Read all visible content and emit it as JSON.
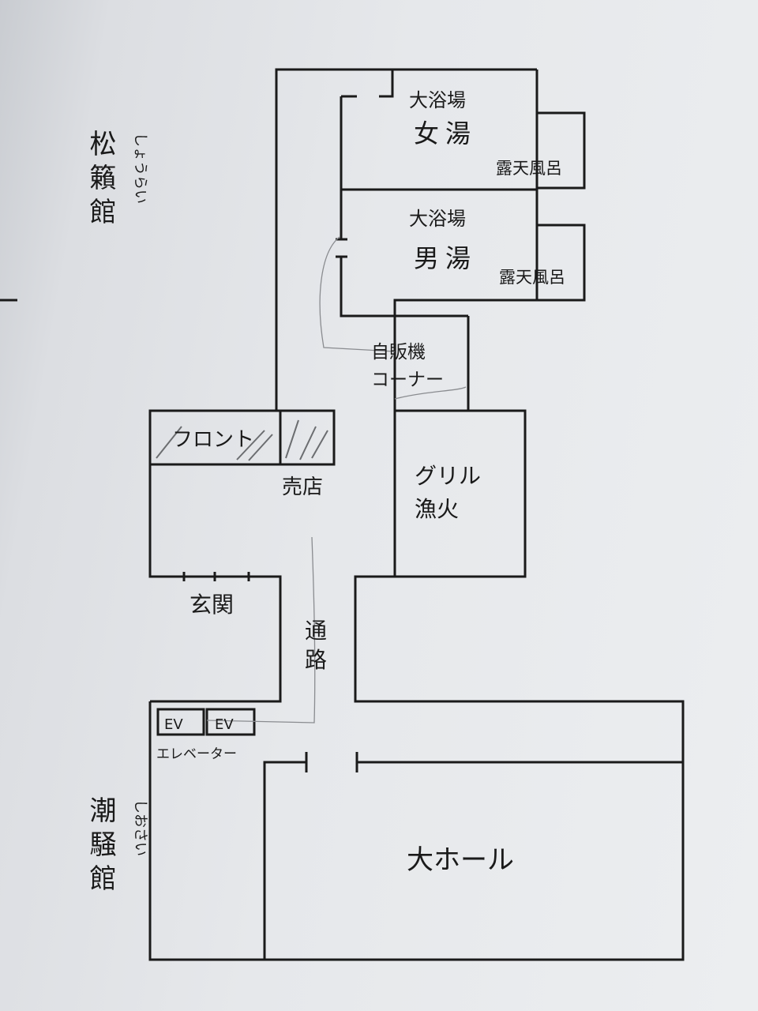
{
  "buildings": {
    "shorai": {
      "name": "松籟館",
      "reading": "しょうらい"
    },
    "shiosai": {
      "name": "潮騒館",
      "reading": "しおさい"
    }
  },
  "rooms": {
    "women_bath": {
      "line1": "大浴場",
      "line2": "女湯",
      "outdoor": "露天風呂"
    },
    "men_bath": {
      "line1": "大浴場",
      "line2": "男湯",
      "outdoor": "露天風呂"
    },
    "vending": {
      "line1": "自販機",
      "line2": "コーナー"
    },
    "front": "フロント",
    "shop": "売店",
    "grill": {
      "line1": "グリル",
      "line2": "漁火"
    },
    "entrance": "玄関",
    "passage": {
      "line1": "通",
      "line2": "路"
    },
    "ev1": "EV",
    "ev2": "EV",
    "elevator": "エレベーター",
    "hall": "大ホール"
  }
}
